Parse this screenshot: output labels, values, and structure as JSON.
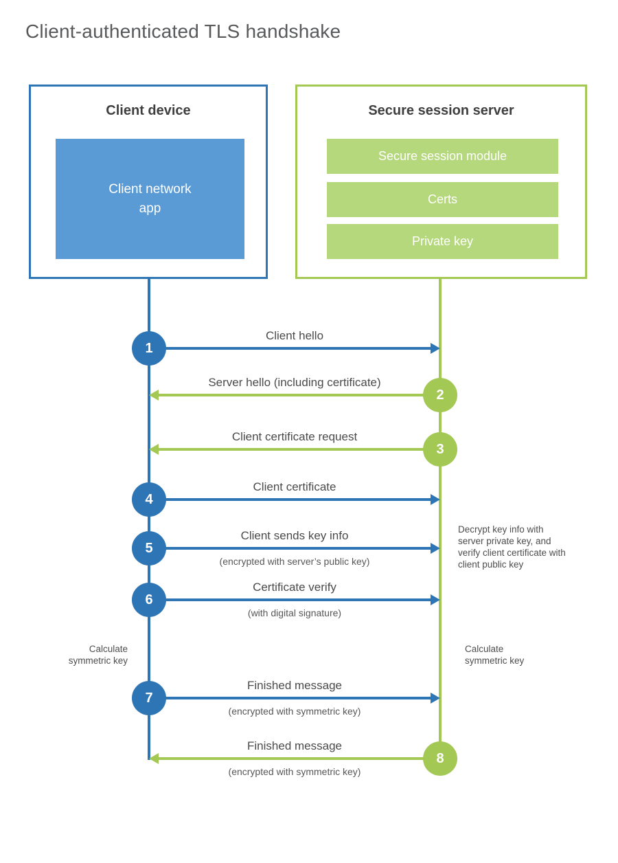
{
  "title": "Client-authenticated TLS handshake",
  "colors": {
    "blue": "#2e75b6",
    "light_blue": "#5b9bd5",
    "green": "#a3c853",
    "light_green": "#b5d87c"
  },
  "client": {
    "title": "Client device",
    "app_label": "Client network\napp"
  },
  "server": {
    "title": "Secure session server",
    "modules": [
      "Secure session module",
      "Certs",
      "Private key"
    ]
  },
  "steps": [
    {
      "num": "1",
      "from": "client",
      "label": "Client hello",
      "sub": ""
    },
    {
      "num": "2",
      "from": "server",
      "label": "Server hello (including certificate)",
      "sub": ""
    },
    {
      "num": "3",
      "from": "server",
      "label": "Client certificate request",
      "sub": ""
    },
    {
      "num": "4",
      "from": "client",
      "label": "Client certificate",
      "sub": ""
    },
    {
      "num": "5",
      "from": "client",
      "label": "Client sends key info",
      "sub": "(encrypted with server’s public key)"
    },
    {
      "num": "6",
      "from": "client",
      "label": "Certificate verify",
      "sub": "(with digital signature)"
    },
    {
      "num": "7",
      "from": "client",
      "label": "Finished message",
      "sub": "(encrypted with symmetric key)"
    },
    {
      "num": "8",
      "from": "server",
      "label": "Finished message",
      "sub": "(encrypted with symmetric key)"
    }
  ],
  "annotations": {
    "server_note": "Decrypt key info with server private key, and verify client certificate with client public key",
    "client_calc": "Calculate symmetric key",
    "server_calc": "Calculate symmetric key"
  }
}
